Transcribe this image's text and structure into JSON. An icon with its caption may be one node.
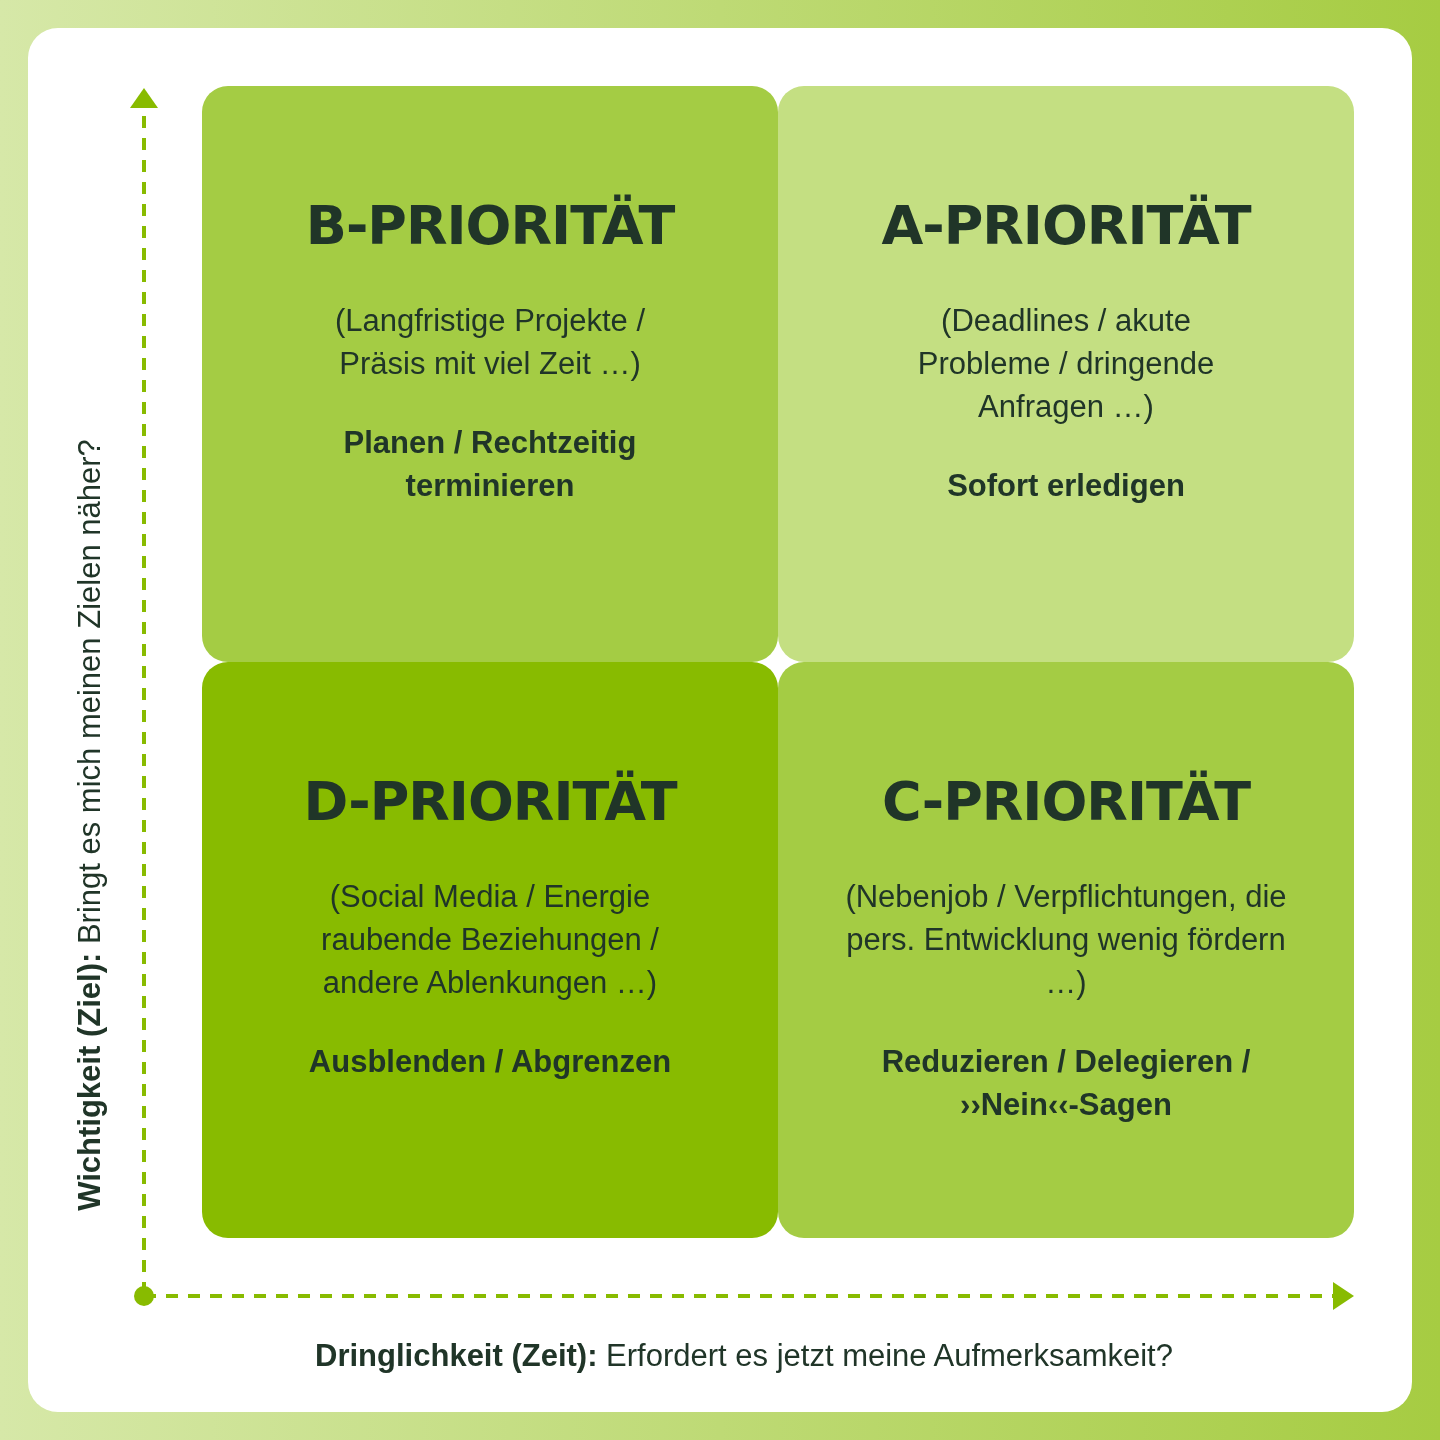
{
  "diagram": {
    "nodes": [
      {
        "text": [
          "B-PRIORITÄT",
          "(Langfristige Projekte / Präsis mit viel Zeit …)",
          "Planen / Rechtzeitig terminieren"
        ]
      },
      {
        "text": [
          "A-PRIORITÄT",
          "(Deadlines / akute Probleme / dringende Anfragen …)",
          "Sofort erledigen"
        ]
      },
      {
        "text": [
          "D-PRIORITÄT",
          "(Social Media / Energie raubende Beziehungen / andere Ablenkungen …)",
          "Ausblenden / Abgrenzen"
        ]
      },
      {
        "text": [
          "C-PRIORITÄT",
          "(Nebenjob / Verpflichtungen, die pers. Entwicklung wenig fördern …)",
          "Reduzieren / Delegieren / ››Nein‹‹-Sagen"
        ]
      }
    ],
    "edges": [],
    "labels": [
      "**Wichtigkeit (Ziel):** Bringt es mich meinen Zielen näher?",
      "**Dringlichkeit (Zeit):** Erfordert es jetzt meine Aufmerksamkeit?"
    ]
  }
}
